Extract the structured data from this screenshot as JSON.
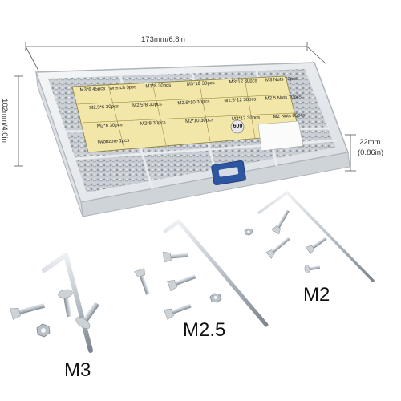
{
  "dimensions": {
    "width": "173mm/6.8in",
    "height": "102mm/4.0in",
    "depth_mm": "22mm",
    "depth_in": "(0.86in)"
  },
  "label": {
    "cells": [
      [
        "M3*6 45pcs",
        "wrench 3pcs",
        "M3*8 30pcs",
        "M3*10 30pcs",
        "M3*12 30pcs",
        "M3 Nuts 70pcs"
      ],
      [
        "M2.5*6 30pcs",
        "M2.5*8 30pcs",
        "M2.5*10 30pcs",
        "M2.5*12 30pcs",
        "M2.5 Nuts 70pcs"
      ],
      [
        "M2*6 30pcs",
        "M2*8 30pcs",
        "M2*10 30pcs",
        "M2*12 30pcs",
        "M2 Nuts 85pcs"
      ]
    ],
    "brand": "Twonzore 1pcs",
    "badge": "600"
  },
  "sizes": {
    "m3": "M3",
    "m25": "M2.5",
    "m2": "M2"
  }
}
